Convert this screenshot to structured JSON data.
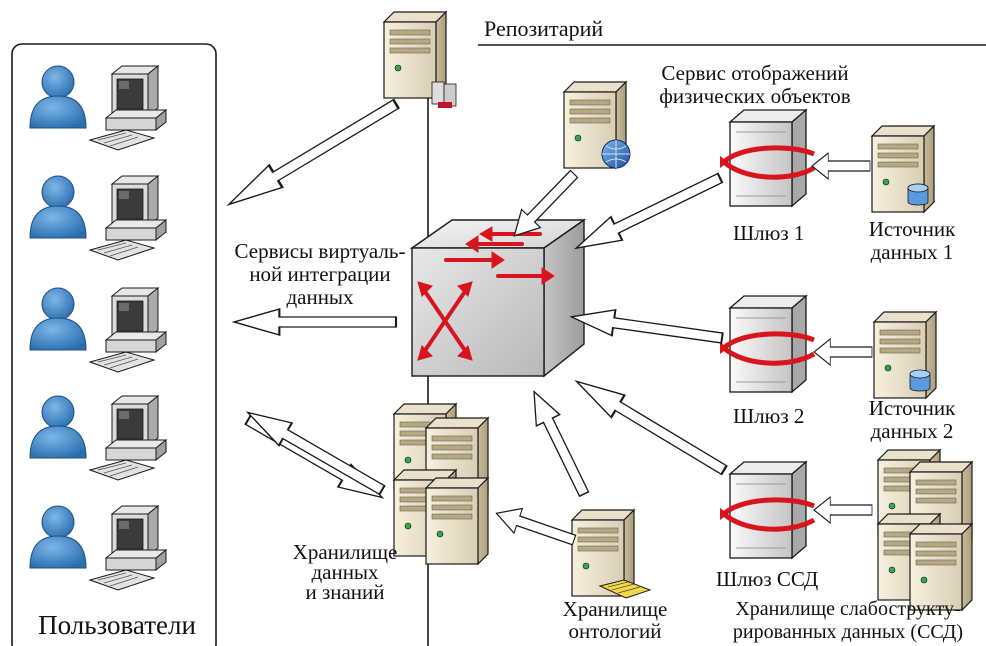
{
  "repository": "Репозитарий",
  "users_title": "Пользователи",
  "integration_services": [
    "Сервисы виртуаль-",
    "ной интеграции",
    "данных"
  ],
  "physical_mapping": [
    "Сервис отображений",
    "физических объектов"
  ],
  "gateway1": "Шлюз 1",
  "gateway2": "Шлюз 2",
  "gateway_ssd": "Шлюз ССД",
  "source1": [
    "Источник",
    "данных 1"
  ],
  "source2": [
    "Источник",
    "данных 2"
  ],
  "data_storage": [
    "Хранилище",
    "данных",
    "и знаний"
  ],
  "ontology_storage": [
    "Хранилище",
    "онтологий"
  ],
  "semistructured_storage": [
    "Хранилище слабострукту-",
    "рированных данных (ССД)"
  ],
  "colors": {
    "user": "#3a82c4",
    "arrow_red": "#d8141c",
    "server": "#ece4cf",
    "outline": "#1a1a1a"
  }
}
